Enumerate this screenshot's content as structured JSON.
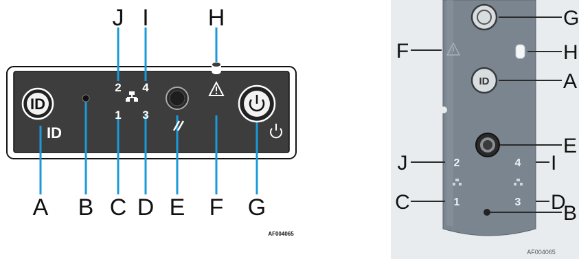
{
  "left_panel": {
    "callouts_top": [
      "J",
      "I",
      "H"
    ],
    "callouts_bottom": [
      "A",
      "B",
      "C",
      "D",
      "E",
      "F",
      "G"
    ],
    "id_button_label": "ID",
    "id_text_label": "ID",
    "port_numbers": {
      "top_left": "2",
      "top_right": "4",
      "bottom_left": "1",
      "bottom_right": "3"
    },
    "figure_id": "AF004065"
  },
  "right_panel": {
    "callouts_left": [
      "F",
      "J",
      "C"
    ],
    "callouts_right": [
      "G",
      "H",
      "A",
      "E",
      "I",
      "D",
      "B"
    ],
    "id_button_label": "ID",
    "port_numbers": {
      "top_left": "2",
      "top_right": "4",
      "bottom_left": "1",
      "bottom_right": "3"
    },
    "figure_id": "AF004065"
  },
  "colors": {
    "callout_line": "#1a9ad8",
    "panel_bg": "#3d3d3d",
    "bezel_bg": "#7a8590"
  }
}
